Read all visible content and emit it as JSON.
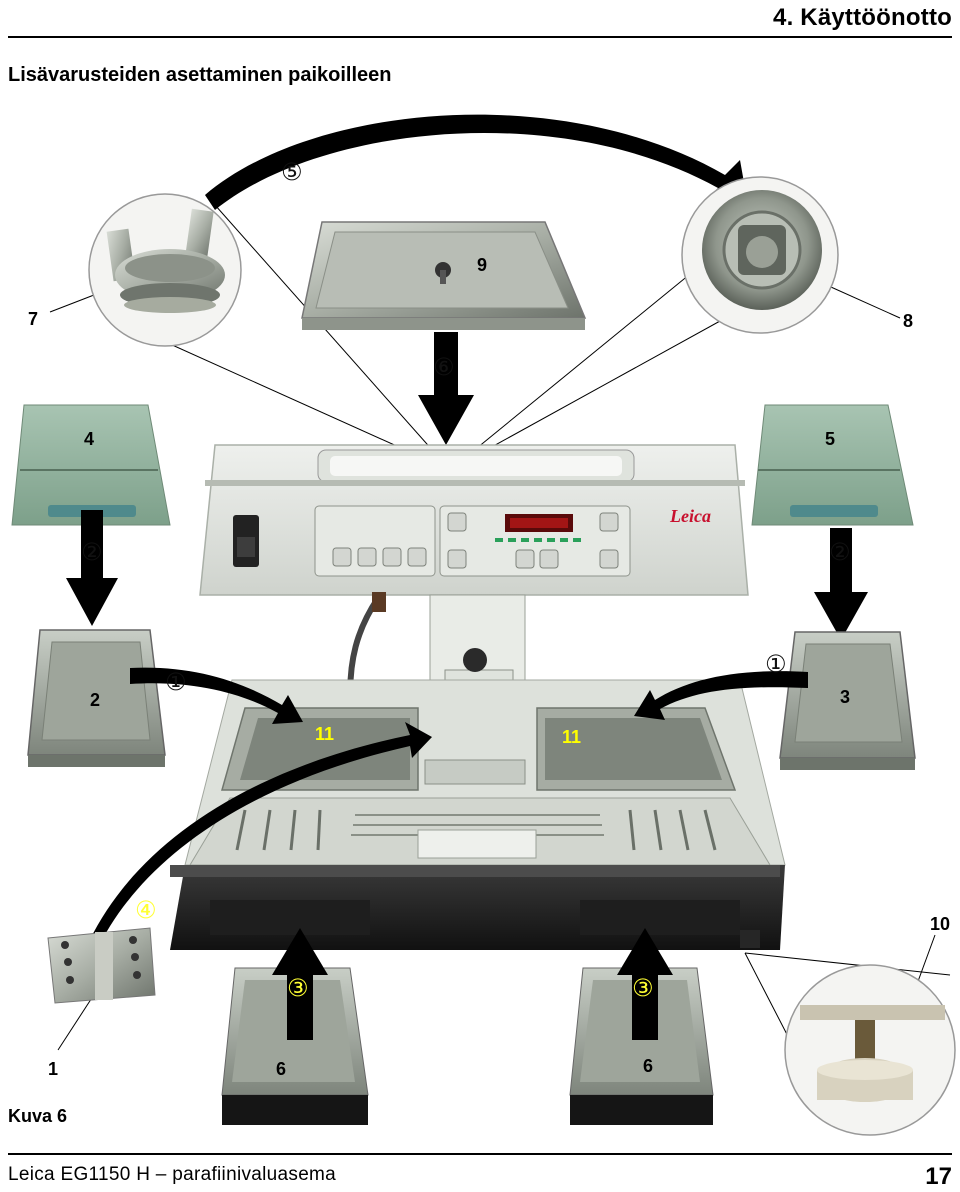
{
  "header": {
    "chapter": "4.   Käyttöönotto"
  },
  "section": {
    "title": "Lisävarusteiden asettaminen paikoilleen"
  },
  "figure": {
    "caption": "Kuva 6",
    "brand": "Leica",
    "labels": {
      "l1": "1",
      "l2": "2",
      "l3": "3",
      "l4": "4",
      "l5": "5",
      "l6a": "6",
      "l6b": "6",
      "l7": "7",
      "l8": "8",
      "l9": "9",
      "l10": "10",
      "l11a": "11",
      "l11b": "11"
    },
    "steps": {
      "s1a": "①",
      "s1b": "①",
      "s2a": "②",
      "s2b": "②",
      "s3a": "③",
      "s3b": "③",
      "s4": "④",
      "s5": "⑤",
      "s6": "⑥"
    }
  },
  "footer": {
    "text": "Leica EG1150 H – parafiinivaluasema",
    "page": "17"
  }
}
